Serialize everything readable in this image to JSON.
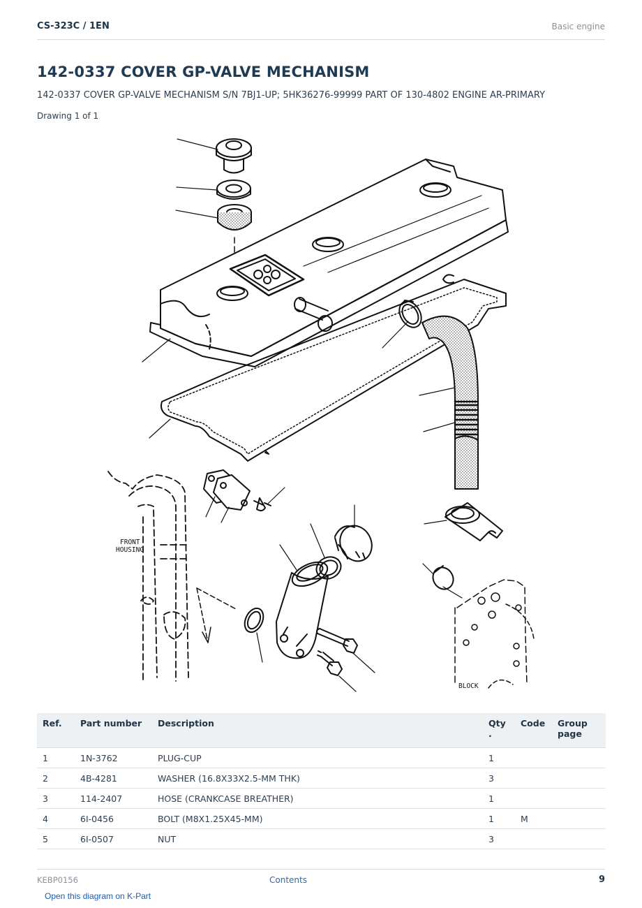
{
  "header": {
    "model": "CS-323C  /  1EN",
    "section": "Basic engine"
  },
  "title": "142-0337 COVER GP-VALVE MECHANISM",
  "subtitle": "142-0337 COVER GP-VALVE MECHANISM S/N 7BJ1-UP; 5HK36276-99999 PART OF 130-4802 ENGINE AR-PRIMARY",
  "drawing_label": "Drawing 1 of 1",
  "diagram": {
    "labels": {
      "front_housing_line1": "FRONT",
      "front_housing_line2": "HOUSING",
      "block": "BLOCK"
    }
  },
  "table": {
    "headers": {
      "ref": "Ref.",
      "part_number": "Part number",
      "description": "Description",
      "qty": "Qty .",
      "code": "Code",
      "group_page": "Group page"
    },
    "rows": [
      {
        "ref": "1",
        "part_number": "1N-3762",
        "description": "PLUG-CUP",
        "qty": "1",
        "code": "",
        "group_page": ""
      },
      {
        "ref": "2",
        "part_number": "4B-4281",
        "description": "WASHER (16.8X33X2.5-MM THK)",
        "qty": "3",
        "code": "",
        "group_page": ""
      },
      {
        "ref": "3",
        "part_number": "114-2407",
        "description": "HOSE (CRANKCASE BREATHER)",
        "qty": "1",
        "code": "",
        "group_page": ""
      },
      {
        "ref": "4",
        "part_number": "6I-0456",
        "description": "BOLT (M8X1.25X45-MM)",
        "qty": "1",
        "code": "M",
        "group_page": ""
      },
      {
        "ref": "5",
        "part_number": "6I-0507",
        "description": "NUT",
        "qty": "3",
        "code": "",
        "group_page": ""
      }
    ]
  },
  "footer": {
    "doc_id": "KEBP0156",
    "contents_link": "Contents",
    "page_number": "9",
    "kpart_link": "Open this diagram on K-Part"
  }
}
